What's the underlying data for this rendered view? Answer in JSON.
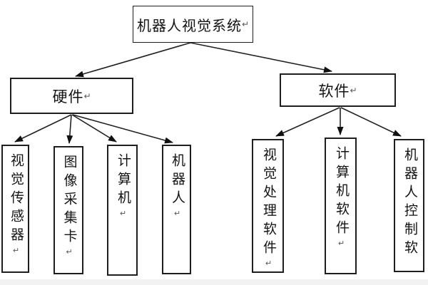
{
  "colors": {
    "background": "#ffffff",
    "line": "#222222",
    "box_border": "#1e1e1e",
    "text": "#141414"
  },
  "tree": {
    "root": {
      "label": "机器人视觉系统",
      "mark": "↵"
    },
    "branches": [
      {
        "label": "硬件",
        "mark": "↵",
        "children": [
          {
            "label": "视觉传感器",
            "mark": "↵"
          },
          {
            "label": "图像采集卡",
            "mark": "↵"
          },
          {
            "label": "计算机",
            "mark": "↵"
          },
          {
            "label": "机器人",
            "mark": "↵"
          }
        ]
      },
      {
        "label": "软件",
        "mark": "↵",
        "children": [
          {
            "label": "视觉处理软件",
            "mark": "↵"
          },
          {
            "label": "计算机软件",
            "mark": "↵"
          },
          {
            "label": "机器人控制软",
            "mark": ""
          }
        ]
      }
    ]
  }
}
